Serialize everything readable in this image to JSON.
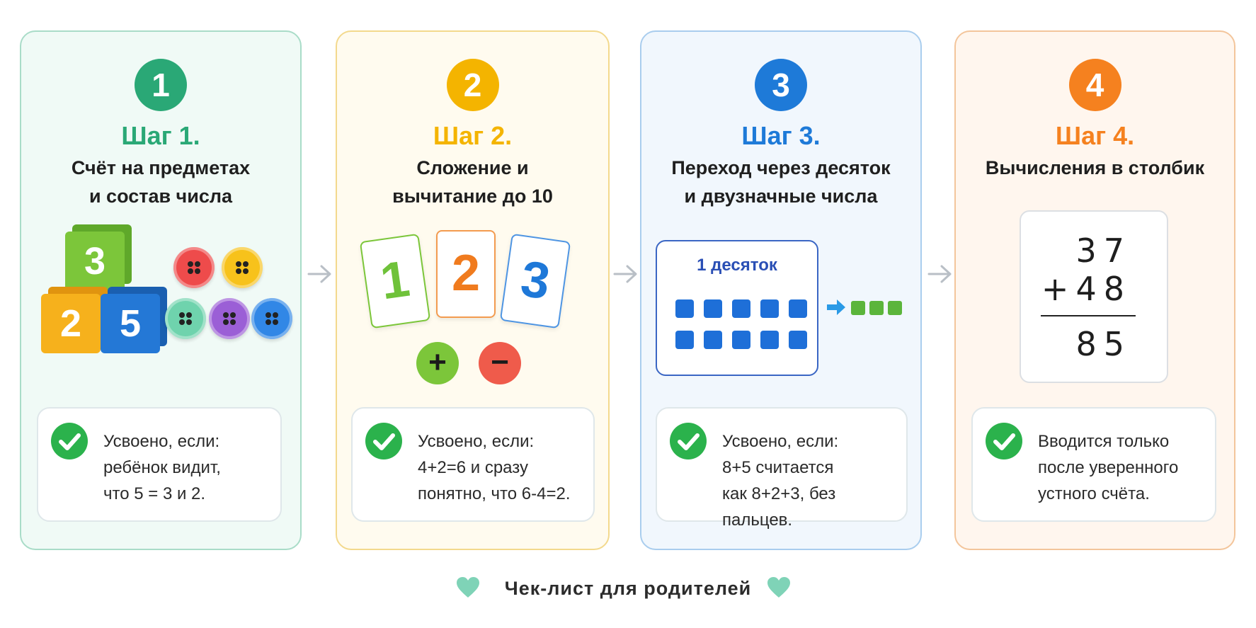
{
  "colors": {
    "step1": "#2aa876",
    "step2": "#f4b400",
    "step3": "#1e7ad8",
    "step4": "#f5811f",
    "check": "#2bb24c"
  },
  "steps": [
    {
      "number": "1",
      "title": "Шаг 1.",
      "desc_line1": "Счёт на предметах",
      "desc_line2": "и состав числа",
      "illustration": {
        "cubes": [
          "3",
          "2",
          "5"
        ]
      },
      "check_text": "Усвоено, если:\nребёнок видит,\nчто 5 = 3 и 2."
    },
    {
      "number": "2",
      "title": "Шаг 2.",
      "desc_line1": "Сложение и",
      "desc_line2": "вычитание до 10",
      "illustration": {
        "cards": [
          "1",
          "2",
          "3"
        ],
        "ops": [
          "+",
          "−"
        ]
      },
      "check_text": "Усвоено, если:\n4+2=6 и сразу\nпонятно, что 6-4=2."
    },
    {
      "number": "3",
      "title": "Шаг 3.",
      "desc_line1": "Переход через десяток",
      "desc_line2": "и двузначные числа",
      "illustration": {
        "tens_label": "1 десяток"
      },
      "check_text": "Усвоено, если:\n8+5 считается\nкак 8+2+3, без пальцев."
    },
    {
      "number": "4",
      "title": "Шаг 4.",
      "desc_line1": "Вычисления в столбик",
      "desc_line2": "",
      "illustration": {
        "line1": "37",
        "line2": "+48",
        "result": "85"
      },
      "check_text": "Вводится только\nпосле уверенного\nустного счёта."
    }
  ],
  "footer": {
    "text": "Чек-лист для родителей",
    "icon": "heart-icon"
  }
}
